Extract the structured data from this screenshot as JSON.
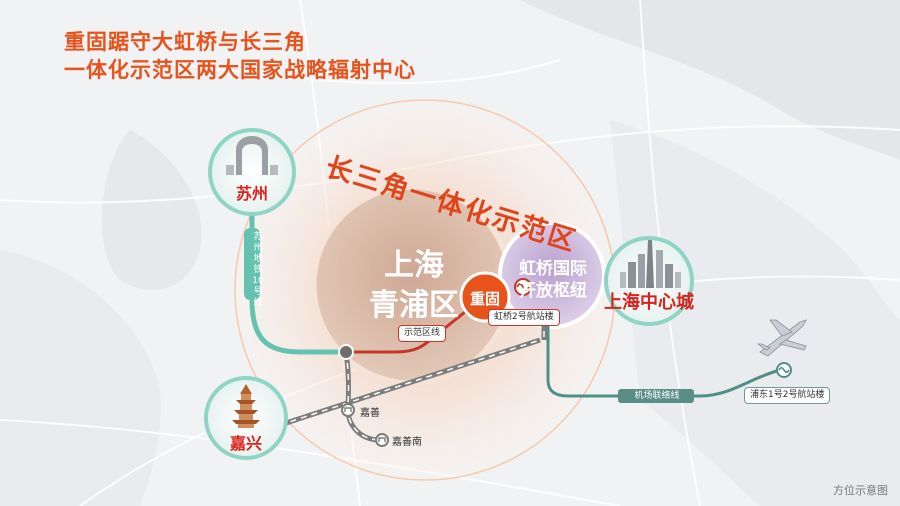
{
  "headline": {
    "line1": "重固踞守大虹桥与长三角",
    "line2": "一体化示范区两大国家战略辐射中心"
  },
  "zone_title": "长三角一体化示范区",
  "district": {
    "line1": "上海",
    "line2": "青浦区"
  },
  "anchor_town": "重固",
  "hub": {
    "line1": "虹桥国际",
    "line2": "开放枢纽"
  },
  "cities": {
    "suzhou": "苏州",
    "jiaxing": "嘉兴",
    "shanghai_center": "上海中心城"
  },
  "lines": {
    "suzhou_metro": "苏州地铁10号线",
    "demo_line": "示范区线",
    "airport_link": "机场联络线"
  },
  "stations": {
    "hongqiao_t2": "虹桥2号航站楼",
    "pudong_t2": "浦东1号2号航站楼",
    "jiashan": "嘉善",
    "jiashan_south": "嘉善南"
  },
  "footnote": "方位示意图",
  "colors": {
    "accent_orange": "#e8531c",
    "brand_red": "#d8221c",
    "metro_teal": "#66c2b0",
    "airport_teal": "#4f8f88",
    "rail_grey": "#7d7d7d"
  },
  "icons": {
    "metro": "metro-logo-icon",
    "plane": "airplane-icon",
    "rail": "rail-station-icon"
  }
}
